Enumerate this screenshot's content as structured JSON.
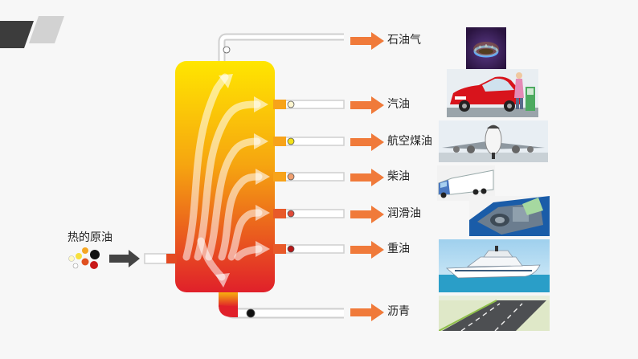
{
  "input": {
    "label": "热的原油"
  },
  "products": [
    {
      "name": "石油气",
      "dot_color": "#ffffff",
      "image_icon": "gas-flame-icon"
    },
    {
      "name": "汽油",
      "dot_color": "#fff6d0",
      "image_icon": "car-fueling-icon"
    },
    {
      "name": "航空煤油",
      "dot_color": "#f4e21a",
      "image_icon": "airplane-icon"
    },
    {
      "name": "柴油",
      "dot_color": "#f0a070",
      "image_icon": "truck-icon"
    },
    {
      "name": "润滑油",
      "dot_color": "#e04a3a",
      "image_icon": "engine-icon"
    },
    {
      "name": "重油",
      "dot_color": "#b81818",
      "image_icon": "ship-icon"
    },
    {
      "name": "沥青",
      "dot_color": "#111111",
      "image_icon": "road-icon"
    }
  ],
  "colors": {
    "column_top": "#ffe600",
    "column_bottom": "#e0202a",
    "arrow_orange": "#f07a3a",
    "header_shape": "#3c3c3c"
  }
}
